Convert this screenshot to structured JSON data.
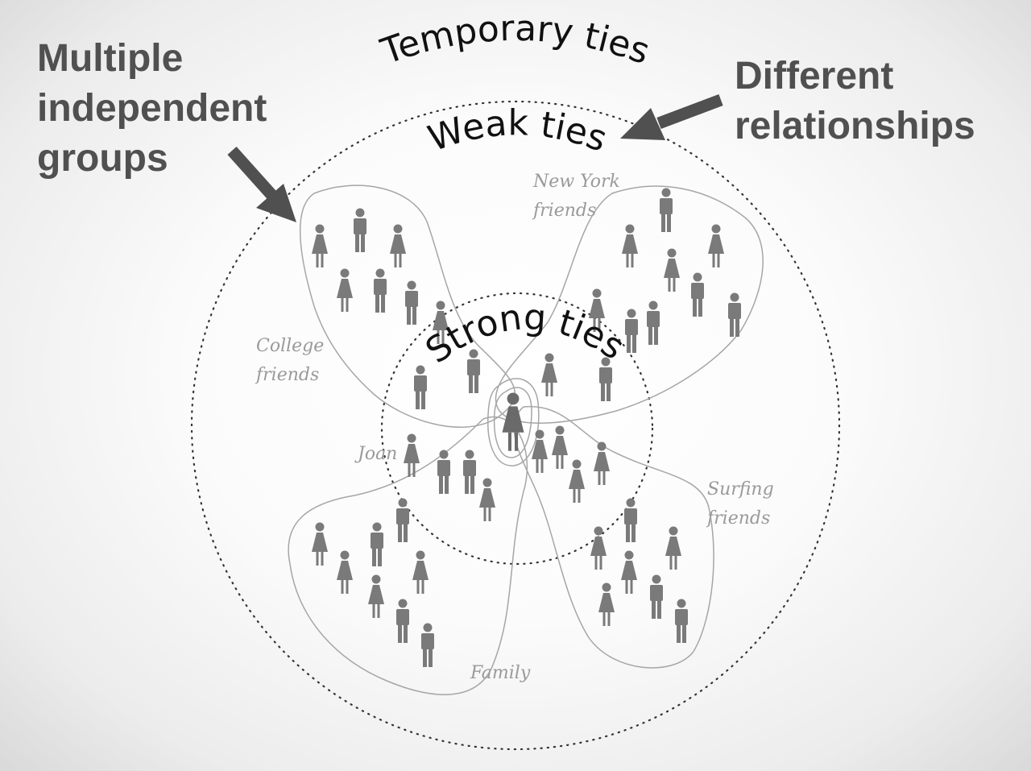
{
  "callouts": {
    "left_line1": "Multiple",
    "left_line2": "independent",
    "left_line3": "groups",
    "right_line1": "Different",
    "right_line2": "relationships"
  },
  "rings": {
    "temporary": "Temporary ties",
    "weak": "Weak ties",
    "strong": "Strong ties"
  },
  "groups": {
    "new_york_line1": "New York",
    "new_york_line2": "friends",
    "college_line1": "College",
    "college_line2": "friends",
    "surfing_line1": "Surfing",
    "surfing_line2": "friends",
    "family": "Family",
    "joan": "Joan"
  },
  "colors": {
    "callout_text": "#505050",
    "figure": "#7a7a7a",
    "group_outline": "#a6a6a6",
    "ring_dots": "#333333"
  }
}
